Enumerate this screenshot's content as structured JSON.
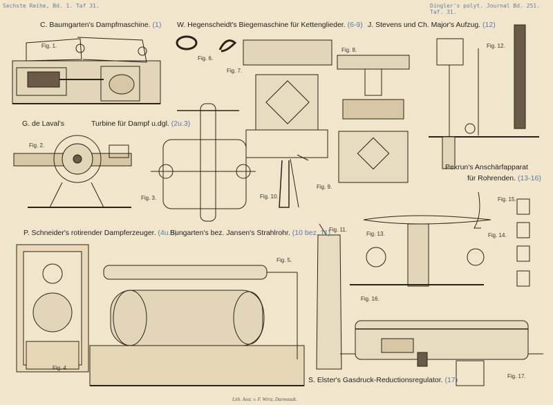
{
  "header": {
    "left": "Sechste Reihe, Bd. 1. Taf 31.",
    "right": "Dingler's polyt. Journal Bd. 251. Taf. 31."
  },
  "titles": {
    "baumgarten": "C. Baumgarten's Dampfmaschine.",
    "baumgarten_ref": "(1)",
    "hegenscheidt": "W. Hegenscheidt's Biegemaschine für Kettenglieder.",
    "hegenscheidt_ref": "(6-9)",
    "stevens": "J. Stevens und Ch. Major's Aufzug.",
    "stevens_ref": "(12)",
    "laval": "G. de Laval's",
    "turbine": "Turbine für Dampf u.dgl.",
    "turbine_ref": "(2u.3)",
    "pekrun1": "Pekrun's Anschärfapparat",
    "pekrun2": "für Rohrenden.",
    "pekrun_ref": "(13-16)",
    "schneider": "P. Schneider's rotirender Dampferzeuger.",
    "schneider_ref": "(4u.5)",
    "bungarten": "Bungarten's bez. Jansen's Strahlrohr.",
    "bungarten_ref": "(10 bez. 11)",
    "elster": "S. Elster's Gasdruck-Reductionsregulator.",
    "elster_ref": "(17)"
  },
  "figures": {
    "f1": "Fig. 1.",
    "f2": "Fig. 2.",
    "f3": "Fig. 3.",
    "f4": "Fig. 4.",
    "f5": "Fig. 5.",
    "f6": "Fig. 6.",
    "f7": "Fig. 7.",
    "f8": "Fig. 8.",
    "f9": "Fig. 9.",
    "f10": "Fig. 10.",
    "f11": "Fig. 11.",
    "f12": "Fig. 12.",
    "f13": "Fig. 13.",
    "f14": "Fig. 14.",
    "f15": "Fig. 15.",
    "f16": "Fig. 16.",
    "f17": "Fig. 17."
  },
  "imprint": "Lith. Anst. v. F. Wirtz, Darmstadt.",
  "colors": {
    "paper": "#f1e6cc",
    "ink": "#2a2118",
    "ref_blue": "#5a78a8"
  }
}
